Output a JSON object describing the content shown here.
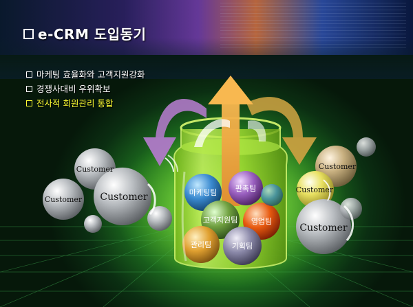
{
  "slide": {
    "title": "e-CRM 도입동기",
    "bullets": [
      {
        "text": "마케팅 효율화와 고객지원강화",
        "color": "#ffffff"
      },
      {
        "text": "경쟁사대비 우위확보",
        "color": "#ffffff"
      },
      {
        "text": "전사적 회원관리 통합",
        "color": "#ffff33"
      }
    ]
  },
  "customers_left": [
    "Customer",
    "Customer",
    "Customer"
  ],
  "customers_right": [
    "Customer",
    "Customer",
    "Customer"
  ],
  "teams": [
    "마케팅팀",
    "판촉팀",
    "고객지원팀",
    "영업팀",
    "관리팀",
    "기획팀"
  ],
  "colors": {
    "accent_bullet": "#ffff33",
    "arrow_purple": "#b07ac8",
    "arrow_orange": "#f0a040",
    "arrow_gold": "#c8a040",
    "jar": "#a8e030"
  }
}
